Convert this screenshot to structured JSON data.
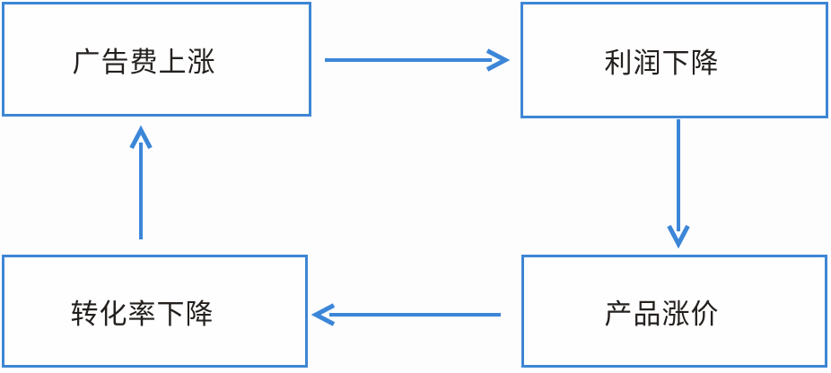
{
  "diagram": {
    "title": "advertising-cost-cycle",
    "nodes": [
      {
        "id": "ad-cost-rise",
        "label": "广告费上涨"
      },
      {
        "id": "profit-decline",
        "label": "利润下降"
      },
      {
        "id": "product-price-rise",
        "label": "产品涨价"
      },
      {
        "id": "conversion-decline",
        "label": "转化率下降"
      }
    ],
    "arrows": [
      {
        "from": "ad-cost-rise",
        "to": "profit-decline",
        "direction": "right"
      },
      {
        "from": "profit-decline",
        "to": "product-price-rise",
        "direction": "down"
      },
      {
        "from": "product-price-rise",
        "to": "conversion-decline",
        "direction": "left"
      },
      {
        "from": "conversion-decline",
        "to": "ad-cost-rise",
        "direction": "up"
      }
    ],
    "colors": {
      "accent": "#3c86d8",
      "box_border": "#3e86d4",
      "box_fill": "#fefefe",
      "text": "#24201e",
      "background": "#fdfdfe"
    }
  }
}
